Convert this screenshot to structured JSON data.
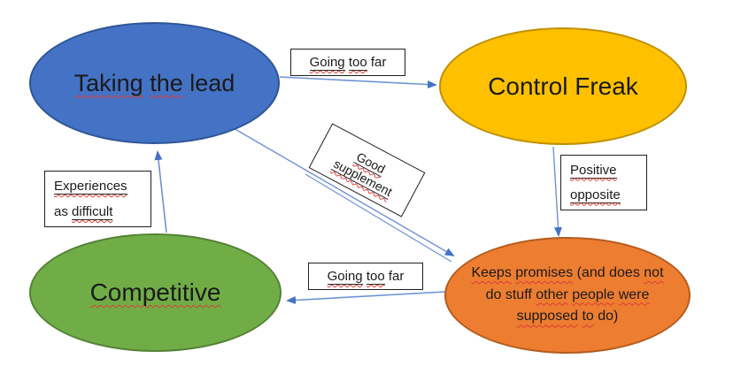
{
  "colors": {
    "background": "#ffffff",
    "connector": "#6E92D6",
    "arrowhead": "#4472C4",
    "squiggle": "#DD3B33",
    "box_border": "#1f1f1f",
    "node_taking_fill": "#4472C4",
    "node_taking_stroke": "#2F5597",
    "node_control_fill": "#FFC000",
    "node_control_stroke": "#BF9000",
    "node_competitive_fill": "#70AD47",
    "node_competitive_stroke": "#548235",
    "node_keeps_fill": "#ED7D31",
    "node_keeps_stroke": "#B55C1F"
  },
  "nodes": {
    "taking": {
      "text": "Taking the lead",
      "fill": "#4472C4",
      "stroke": "#2F5597",
      "lines": [
        [
          {
            "t": "Taking",
            "sq": true
          },
          {
            "t": "the",
            "sq": true
          },
          {
            "t": "lead"
          }
        ]
      ]
    },
    "control": {
      "text": "Control Freak",
      "fill": "#FFC000",
      "stroke": "#BF9000",
      "lines": [
        [
          {
            "t": "Control"
          },
          {
            "t": "Freak"
          }
        ]
      ]
    },
    "competitive": {
      "text": "Competitive",
      "fill": "#70AD47",
      "stroke": "#548235",
      "lines": [
        [
          {
            "t": "Competitive",
            "sq": true
          }
        ]
      ]
    },
    "keeps": {
      "text": "Keeps promises (and does not do stuff other people were supposed to do)",
      "fill": "#ED7D31",
      "stroke": "#B55C1F",
      "lines": [
        [
          {
            "t": "Keeps",
            "sq": true
          },
          {
            "t": "promises",
            "sq": true
          },
          {
            "t": "(and"
          },
          {
            "t": "does"
          },
          {
            "t": "not",
            "sq": true
          }
        ],
        [
          {
            "t": "do"
          },
          {
            "t": "stuff"
          },
          {
            "t": "other",
            "sq": true
          },
          {
            "t": "people",
            "sq": true
          },
          {
            "t": "were",
            "sq": true
          }
        ],
        [
          {
            "t": "supposed",
            "sq": true
          },
          {
            "t": "to",
            "sq": true
          },
          {
            "t": "do)"
          }
        ]
      ]
    }
  },
  "labels": {
    "going_top": {
      "text": "Going too far",
      "lines": [
        [
          {
            "t": "Going",
            "sq": true,
            "u": true
          },
          {
            "t": "too",
            "sq": true,
            "u": true
          },
          {
            "t": "far"
          }
        ]
      ]
    },
    "good_supplement": {
      "text": "Good supplement",
      "lines": [
        [
          {
            "t": "Good",
            "sq": true,
            "u": true
          }
        ],
        [
          {
            "t": "supplement",
            "sq": true,
            "u": true
          }
        ]
      ]
    },
    "positive_opposite": {
      "text": "Positive opposite",
      "lines": [
        [
          {
            "t": "Positive",
            "sq": true,
            "u": true
          }
        ],
        [
          {
            "t": "opposite",
            "sq": true,
            "u": true
          }
        ]
      ]
    },
    "experiences": {
      "text": "Experiences as difficult",
      "lines": [
        [
          {
            "t": "Experiences",
            "sq": true,
            "u": true
          }
        ],
        [
          {
            "t": "as"
          },
          {
            "t": "difficult",
            "sq": true,
            "u": true
          }
        ]
      ]
    },
    "going_bottom": {
      "text": "Going too far",
      "lines": [
        [
          {
            "t": "Going",
            "sq": true,
            "u": true
          },
          {
            "t": "too",
            "sq": true,
            "u": true
          },
          {
            "t": "far"
          }
        ]
      ]
    }
  },
  "connectors": [
    {
      "from": "Taking the lead",
      "to": "Control Freak",
      "label": "Going too far"
    },
    {
      "from": "Taking the lead",
      "to": "Keeps promises (and does not do stuff other people were supposed to do)",
      "label": "Good supplement"
    },
    {
      "from": "Control Freak",
      "to": "Keeps promises (and does not do stuff other people were supposed to do)",
      "label": "Positive opposite"
    },
    {
      "from": "Keeps promises (and does not do stuff other people were supposed to do)",
      "to": "Competitive",
      "label": "Going too far"
    },
    {
      "from": "Competitive",
      "to": "Taking the lead",
      "label": "Experiences as difficult"
    }
  ]
}
